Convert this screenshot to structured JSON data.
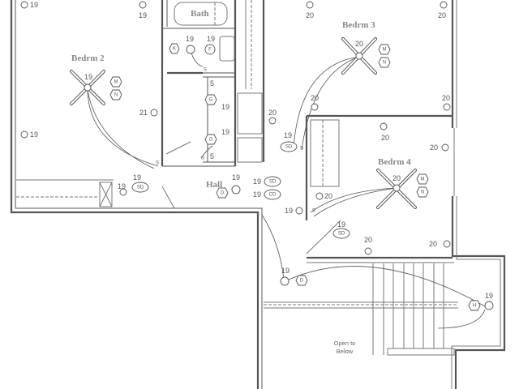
{
  "rooms": {
    "bath": "Bath",
    "bedrm2": "Bedrm 2",
    "bedrm3": "Bedrm 3",
    "bedrm4": "Bedrm 4",
    "hall": "Hall"
  },
  "note": {
    "line1": "Open to",
    "line2": "Below"
  },
  "circuits": [
    "19",
    "19",
    "19",
    "19",
    "19",
    "5",
    "19",
    "21",
    "19",
    "19",
    "5",
    "19",
    "19",
    "19",
    "19",
    "19",
    "20",
    "20",
    "20",
    "20",
    "20",
    "20",
    "19",
    "20",
    "20",
    "20",
    "20",
    "19",
    "19",
    "20",
    "20",
    "19",
    "19"
  ],
  "symbols": {
    "K": "K",
    "F": "F",
    "M": "M",
    "N": "N",
    "G": "G",
    "D": "D",
    "H": "H",
    "SD": "SD",
    "CD": "CD",
    "S": "S"
  }
}
